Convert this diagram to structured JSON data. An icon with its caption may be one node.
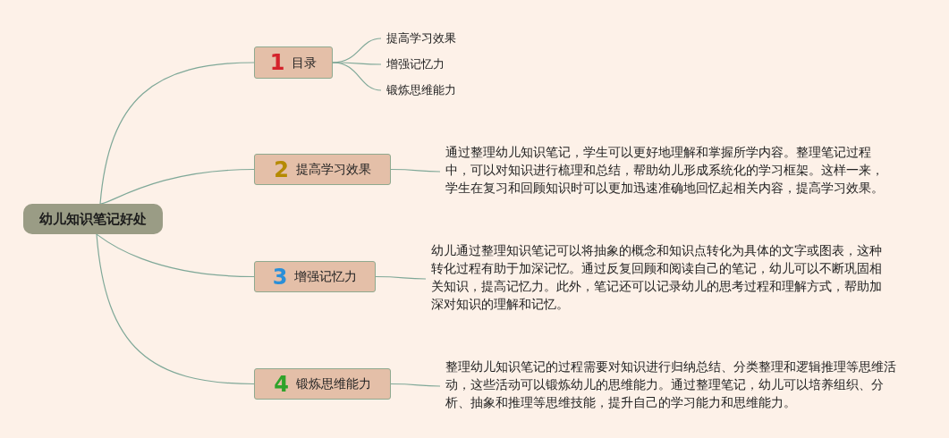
{
  "diagram": {
    "nodes": [
      {
        "text": [
          "幼儿知识笔记好处"
        ]
      },
      {
        "text": [
          "1",
          "目录"
        ]
      },
      {
        "text": [
          "提高学习效果"
        ]
      },
      {
        "text": [
          "增强记忆力"
        ]
      },
      {
        "text": [
          "锻炼思维能力"
        ]
      },
      {
        "text": [
          "2",
          "提高学习效果"
        ]
      },
      {
        "text": [
          "通过整理幼儿知识笔记，学生可以更好地理解和掌握所学内容。整理笔记过程中，可以对知识进行梳理和总结，帮助幼儿形成系统化的学习框架。这样一来，学生在复习和回顾知识时可以更加迅速准确地回忆起相关内容，提高学习效果。"
        ]
      },
      {
        "text": [
          "3",
          "增强记忆力"
        ]
      },
      {
        "text": [
          "幼儿通过整理知识笔记可以将抽象的概念和知识点转化为具体的文字或图表，这种转化过程有助于加深记忆。通过反复回顾和阅读自己的笔记，幼儿可以不断巩固相关知识，提高记忆力。此外，笔记还可以记录幼儿的思考过程和理解方式，帮助加深对知识的理解和记忆。"
        ]
      },
      {
        "text": [
          "4",
          "锻炼思维能力"
        ]
      },
      {
        "text": [
          "整理幼儿知识笔记的过程需要对知识进行归纳总结、分类整理和逻辑推理等思维活动，这些活动可以锻炼幼儿的思维能力。通过整理笔记，幼儿可以培养组织、分析、抽象和推理等思维技能，提升自己的学习能力和思维能力。"
        ]
      }
    ],
    "edges": [
      {
        "from": 0,
        "to": 1,
        "arrow": "none"
      },
      {
        "from": 0,
        "to": 5,
        "arrow": "none"
      },
      {
        "from": 0,
        "to": 7,
        "arrow": "none"
      },
      {
        "from": 0,
        "to": 9,
        "arrow": "none"
      },
      {
        "from": 1,
        "to": 2,
        "arrow": "none"
      },
      {
        "from": 1,
        "to": 3,
        "arrow": "none"
      },
      {
        "from": 1,
        "to": 4,
        "arrow": "none"
      },
      {
        "from": 5,
        "to": 6,
        "arrow": "none"
      },
      {
        "from": 7,
        "to": 8,
        "arrow": "none"
      },
      {
        "from": 9,
        "to": 10,
        "arrow": "none"
      }
    ]
  }
}
